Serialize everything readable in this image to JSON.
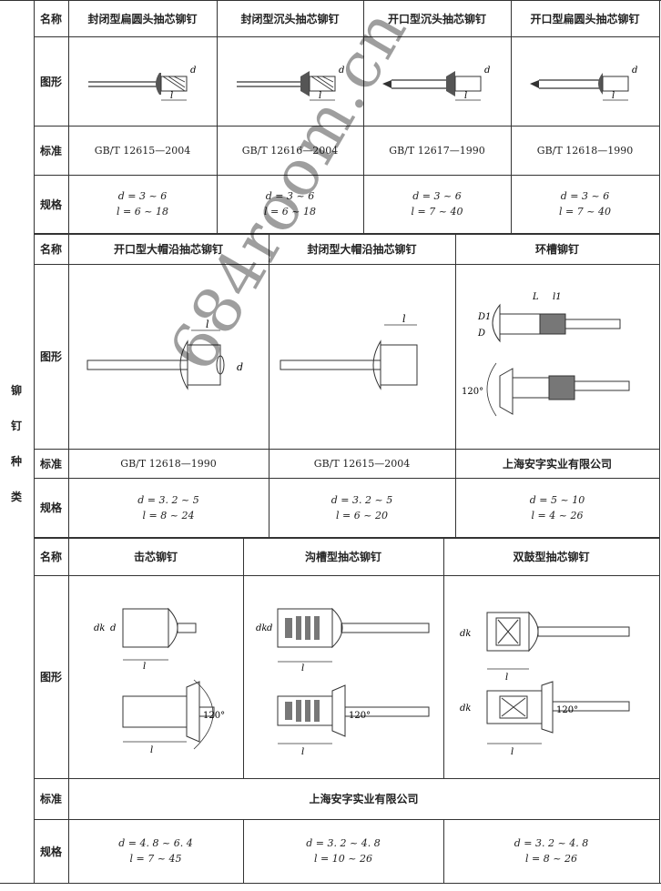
{
  "side_label": [
    "铆",
    "钉",
    "种",
    "类"
  ],
  "row_labels": {
    "name": "名称",
    "figure": "图形",
    "standard": "标准",
    "spec": "规格"
  },
  "section1": {
    "items": [
      {
        "name": "封闭型扁圆头抽芯铆钉",
        "standard": "GB/T 12615—2004",
        "spec_d": "d = 3 ~ 6",
        "spec_l": "l = 6 ~ 18"
      },
      {
        "name": "封闭型沉头抽芯铆钉",
        "standard": "GB/T 12616—2004",
        "spec_d": "d = 3 ~ 6",
        "spec_l": "l = 6 ~ 18"
      },
      {
        "name": "开口型沉头抽芯铆钉",
        "standard": "GB/T 12617—1990",
        "spec_d": "d = 3 ~ 6",
        "spec_l": "l = 7 ~ 40"
      },
      {
        "name": "开口型扁圆头抽芯铆钉",
        "standard": "GB/T 12618—1990",
        "spec_d": "d = 3 ~ 6",
        "spec_l": "l = 7 ~ 40"
      }
    ]
  },
  "section2": {
    "items": [
      {
        "name": "开口型大帽沿抽芯铆钉",
        "standard": "GB/T 12618—1990",
        "spec_d": "d = 3. 2 ~ 5",
        "spec_l": "l = 8 ~ 24"
      },
      {
        "name": "封闭型大帽沿抽芯铆钉",
        "standard": "GB/T 12615—2004",
        "spec_d": "d = 3. 2 ~ 5",
        "spec_l": "l = 6 ~ 20"
      },
      {
        "name": "环槽铆钉",
        "standard": "上海安字实业有限公司",
        "spec_d": "d = 5 ~ 10",
        "spec_l": "l = 4 ~ 26"
      }
    ]
  },
  "section3": {
    "items": [
      {
        "name": "击芯铆钉",
        "spec_d": "d = 4. 8 ~ 6. 4",
        "spec_l": "l = 7 ~ 45"
      },
      {
        "name": "沟槽型抽芯铆钉",
        "spec_d": "d = 3. 2 ~ 4. 8",
        "spec_l": "l = 10 ~ 26"
      },
      {
        "name": "双鼓型抽芯铆钉",
        "spec_d": "d = 3. 2 ~ 4. 8",
        "spec_l": "l = 8 ~ 26"
      }
    ],
    "standard": "上海安字实业有限公司"
  },
  "figure_labels": {
    "d": "d",
    "l": "l",
    "dk": "dk",
    "D": "D",
    "D1": "D1",
    "L": "L",
    "l1": "l1",
    "angle": "120°"
  },
  "watermark": "684room.cn"
}
